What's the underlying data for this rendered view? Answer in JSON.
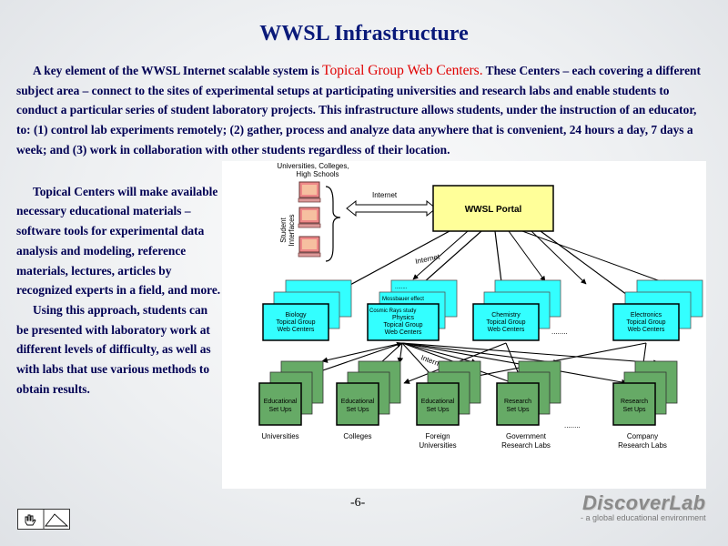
{
  "slide": {
    "title": "WWSL Infrastructure",
    "page_number": "-6-"
  },
  "para1": {
    "before": "A key element of the WWSL Internet scalable system is ",
    "highlight": "Topical Group Web Centers.",
    "after": " These Centers – each covering a different subject area – connect to the sites of experimental setups at participating universities and research labs and enable students to conduct a particular series of student laboratory projects. This infrastructure allows students, under the instruction of an educator, to: (1) control lab experiments remotely; (2) gather, process and analyze data anywhere that is convenient, 24 hours a day, 7 days a week; and (3) work in collaboration with other students regardless of their location."
  },
  "para2": "Topical Centers will make available necessary educational materials – software tools for experimental data analysis and modeling, reference materials, lectures, articles by recognized experts in a field, and more.",
  "para3": "Using this approach, students can be presented with laboratory work at different levels of difficulty, as well as with labs that use various methods to obtain results.",
  "diagram": {
    "top_label_1": "Universities, Colleges,",
    "top_label_2": "High Schools",
    "student_interfaces_1": "Student",
    "student_interfaces_2": "Interfaces",
    "internet_top": "Internet",
    "portal": "WWSL Portal",
    "internet_mid": "Internet",
    "internet_low": "Internet",
    "dots": "........",
    "mossbauer": "Mossbauer effect",
    "cosmic": "Cosmic Rays study",
    "centers": [
      {
        "l1": "Biology",
        "l2": "Topical  Group",
        "l3": "Web Centers"
      },
      {
        "l1": "Physics",
        "l2": "Topical Group",
        "l3": "Web Centers"
      },
      {
        "l1": "Chemistry",
        "l2": "Topical  Group",
        "l3": "Web Centers"
      },
      {
        "l1": "Electronics",
        "l2": "Topical  Group",
        "l3": "Web Centers"
      }
    ],
    "setups": [
      {
        "l1": "Educational",
        "l2": "Set Ups",
        "caption1": "Universities",
        "caption2": ""
      },
      {
        "l1": "Educational",
        "l2": "Set Ups",
        "caption1": "Colleges",
        "caption2": ""
      },
      {
        "l1": "Educational",
        "l2": "Set Ups",
        "caption1": "Foreign",
        "caption2": "Universities"
      },
      {
        "l1": "Research",
        "l2": "Set Ups",
        "caption1": "Government",
        "caption2": "Research Labs"
      },
      {
        "l1": "Research",
        "l2": "Set Ups",
        "caption1": "Company",
        "caption2": "Research Labs"
      }
    ]
  },
  "logo": {
    "name": "DiscoverLab",
    "tagline": "- a global educational environment"
  },
  "colors": {
    "title": "#0a1a7a",
    "body_text": "#000053",
    "highlight": "#e00000",
    "portal_fill": "#ffff99",
    "center_fill": "#33ffff",
    "setup_fill": "#66aa66"
  }
}
